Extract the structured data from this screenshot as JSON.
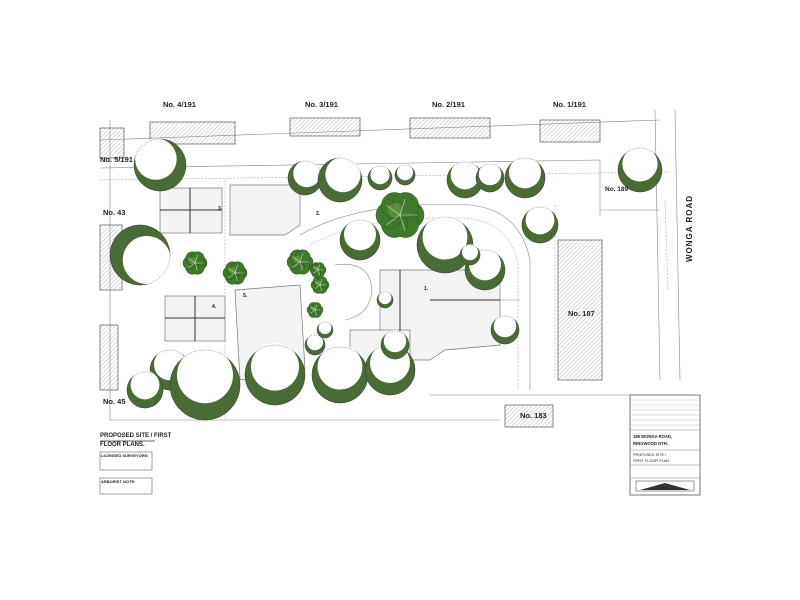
{
  "lots": [
    {
      "id": "no-4-191",
      "label": "No. 4/191"
    },
    {
      "id": "no-3-191",
      "label": "No. 3/191"
    },
    {
      "id": "no-2-191",
      "label": "No. 2/191"
    },
    {
      "id": "no-1-191",
      "label": "No. 1/191"
    },
    {
      "id": "no-5-191",
      "label": "No. 5/191"
    },
    {
      "id": "no-43",
      "label": "No. 43"
    },
    {
      "id": "no-45",
      "label": "No. 45"
    },
    {
      "id": "no-187",
      "label": "No. 187"
    },
    {
      "id": "no-183",
      "label": "No. 183"
    },
    {
      "id": "no-189",
      "label": "No. 189"
    }
  ],
  "road_name": "WONGA ROAD",
  "unit_numbers": [
    "1.",
    "2.",
    "3.",
    "4.",
    "5."
  ],
  "title_block": {
    "title_line_1": "PROPOSED SITE / FIRST",
    "title_line_2": "FLOOR PLANS.",
    "surveyors_heading": "LICENSED SURVEYORS:",
    "arborist_heading": "ARBORIST NOTE:",
    "address_line_1": "189 WONGA ROAD,",
    "address_line_2": "RINGWOOD NTH.",
    "sheet_line_1": "PROPOSED SITE /",
    "sheet_line_2": "FIRST FLOOR PLAN"
  },
  "colors": {
    "canopy_dark": "#4a6b35",
    "canopy_light": "#ffffff",
    "tree_green": "#3f7a2a",
    "tree_highlight": "#6fa044"
  }
}
